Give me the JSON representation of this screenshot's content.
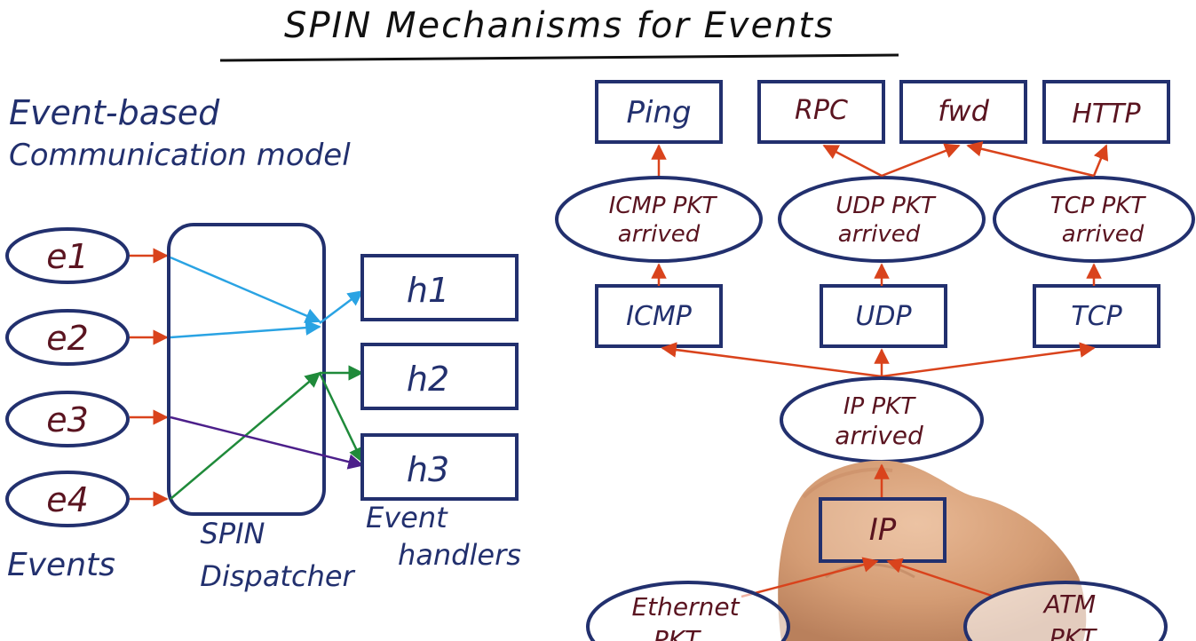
{
  "title": "SPIN Mechanisms for Events",
  "model_label": [
    "Event-based",
    "Communication model"
  ],
  "events": [
    "e1",
    "e2",
    "e3",
    "e4"
  ],
  "events_caption": "Events",
  "dispatcher_caption": [
    "SPIN",
    "Dispatcher"
  ],
  "handlers": [
    "h1",
    "h2",
    "h3"
  ],
  "handlers_caption": [
    "Event",
    "handlers"
  ],
  "protocol_stack": {
    "apps": [
      "Ping",
      "RPC",
      "fwd",
      "HTTP"
    ],
    "arrival_events": [
      [
        "ICMP PKT",
        "arrived"
      ],
      [
        "UDP PKT",
        "arrived"
      ],
      [
        "TCP PKT",
        "arrived"
      ]
    ],
    "protocols": [
      "ICMP",
      "UDP",
      "TCP"
    ],
    "ip_event": [
      "IP PKT",
      "arrived"
    ],
    "ip": "IP",
    "link_events": [
      [
        "Ethernet",
        "PKT"
      ],
      [
        "ATM",
        "PKT"
      ]
    ]
  },
  "colors": {
    "ink_blue": "#22306e",
    "ink_red": "#5a1420",
    "arrow_red": "#d9431c",
    "arrow_lightblue": "#2aa3e3",
    "arrow_green": "#1f8a3a",
    "arrow_purple": "#4c1f8a",
    "skin": "#d7a27c"
  }
}
